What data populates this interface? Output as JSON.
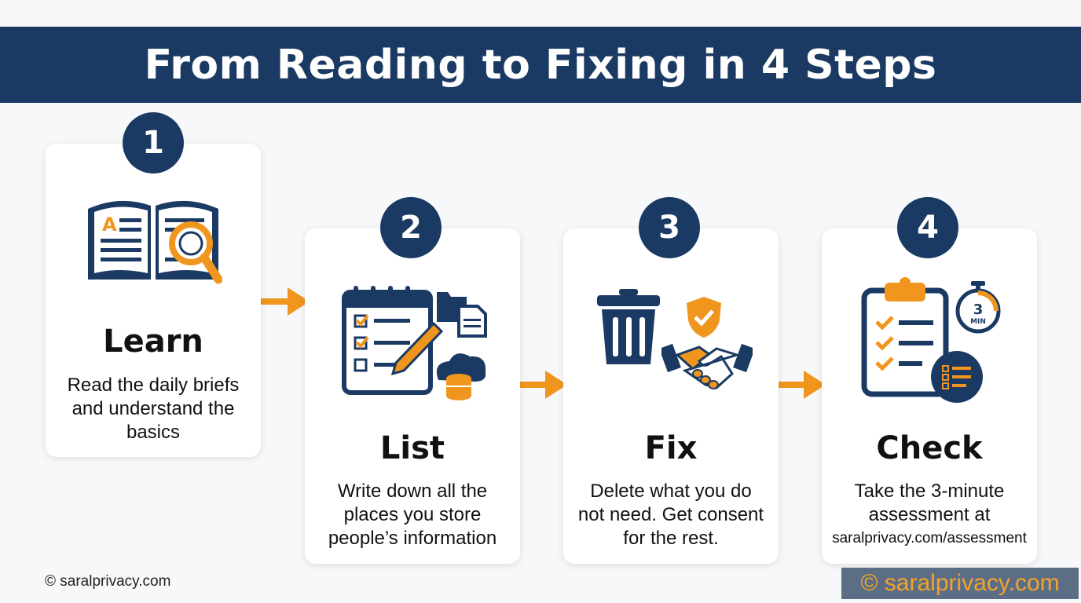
{
  "header": {
    "title": "From Reading to Fixing in 4 Steps"
  },
  "colors": {
    "navy": "#1b3a63",
    "orange": "#f0961e",
    "white": "#ffffff"
  },
  "steps": [
    {
      "number": "1",
      "title": "Learn",
      "icon": "book-magnifier-icon",
      "description": [
        "Read the daily briefs",
        "and understand the",
        "basics"
      ]
    },
    {
      "number": "2",
      "title": "List",
      "icon": "checklist-pencil-icon",
      "extra_icons": [
        "folder-icon",
        "document-icon",
        "cloud-database-icon"
      ],
      "description": [
        "Write down all the",
        "places you store",
        "people’s information"
      ]
    },
    {
      "number": "3",
      "title": "Fix",
      "icon": "trash-can-icon",
      "extra_icons": [
        "shield-check-icon",
        "handshake-icon"
      ],
      "description": [
        "Delete what you do",
        "not need. Get consent",
        "for the rest."
      ]
    },
    {
      "number": "4",
      "title": "Check",
      "icon": "clipboard-checklist-icon",
      "extra_icons": [
        "stopwatch-icon",
        "list-badge-icon"
      ],
      "timer_text": {
        "number": "3",
        "unit": "MIN"
      },
      "description": [
        "Take the 3-minute",
        "assessment at",
        "saralprivacy.com/assessment"
      ]
    }
  ],
  "footer": {
    "copyright": "© saralprivacy.com"
  },
  "watermark": {
    "text": "© saralprivacy.com"
  }
}
